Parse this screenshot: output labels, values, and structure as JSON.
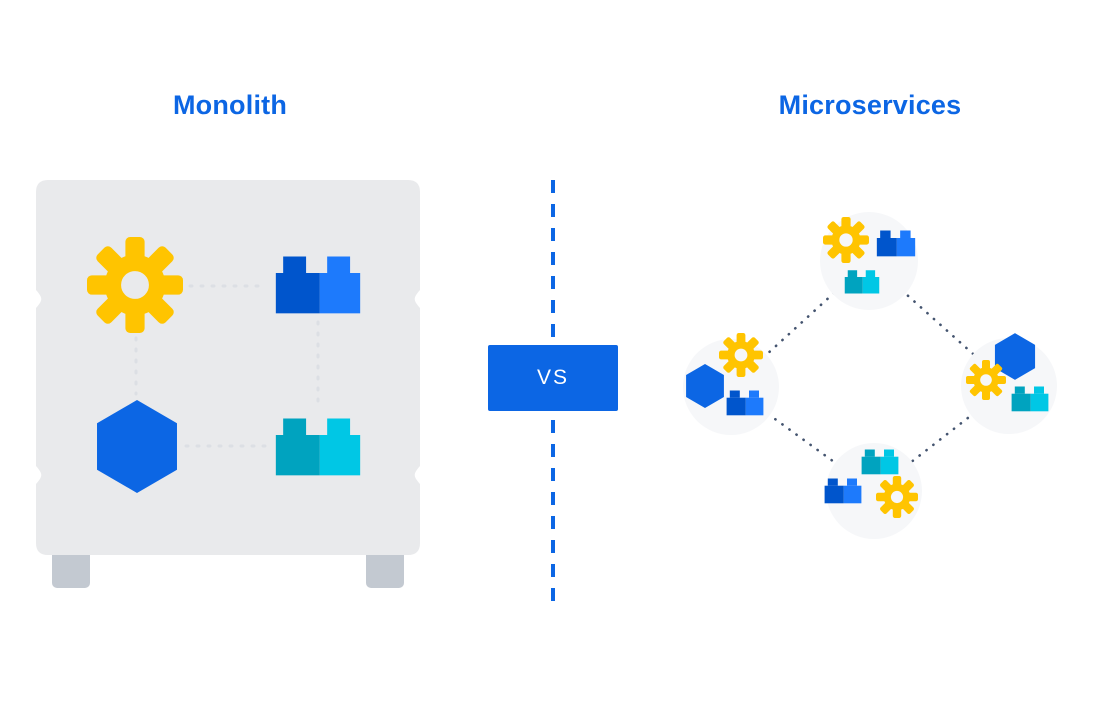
{
  "monolith": {
    "title": "Monolith",
    "components": [
      "gear",
      "blue-brick",
      "hexagon",
      "cyan-brick"
    ],
    "connections": [
      "gear-to-blue-brick",
      "blue-brick-to-cyan-brick",
      "hexagon-to-cyan-brick",
      "gear-to-hexagon"
    ]
  },
  "microservices": {
    "title": "Microservices",
    "services": [
      {
        "position": "top",
        "components": [
          "gear",
          "blue-brick",
          "cyan-brick"
        ]
      },
      {
        "position": "right",
        "components": [
          "hexagon",
          "gear",
          "cyan-brick"
        ]
      },
      {
        "position": "bottom",
        "components": [
          "cyan-brick",
          "blue-brick",
          "gear"
        ]
      },
      {
        "position": "left",
        "components": [
          "gear",
          "hexagon",
          "blue-brick"
        ]
      }
    ],
    "connections": [
      "top-to-right",
      "right-to-bottom",
      "bottom-to-left",
      "left-to-top"
    ]
  },
  "vs_label": "VS",
  "colors": {
    "title_blue": "#0C66E4",
    "vs_blue": "#0C66E4",
    "divider_blue": "#0C66E4",
    "monolith_body": "#E9EAEC",
    "monolith_feet": "#C3C9D1",
    "gear_yellow": "#FFC400",
    "hexagon_blue": "#0C66E4",
    "brick_blue_dark": "#0055CC",
    "brick_blue_light": "#1D7AFC",
    "brick_cyan_dark": "#00A3BF",
    "brick_cyan_light": "#00C7E5",
    "monolith_connector": "#DCDFE4",
    "microservice_connector": "#44546F",
    "service_circle": "#F6F7F9"
  }
}
